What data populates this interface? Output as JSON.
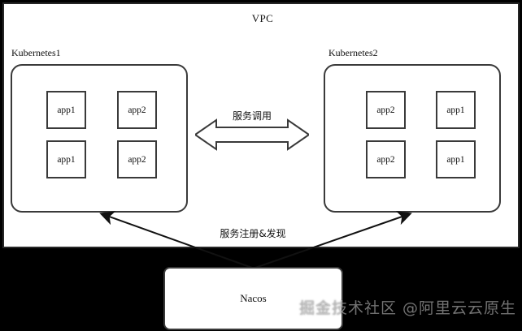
{
  "diagram": {
    "vpc": {
      "label": "VPC"
    },
    "clusters": [
      {
        "name": "Kubernetes1",
        "apps": [
          {
            "label": "app1"
          },
          {
            "label": "app2"
          },
          {
            "label": "app1"
          },
          {
            "label": "app2"
          }
        ]
      },
      {
        "name": "Kubernetes2",
        "apps": [
          {
            "label": "app2"
          },
          {
            "label": "app1"
          },
          {
            "label": "app2"
          },
          {
            "label": "app1"
          }
        ]
      }
    ],
    "connectors": {
      "service_call": {
        "label": "服务调用",
        "icon": "double-headed-arrow-icon"
      },
      "service_registry": {
        "label": "服务注册&发现",
        "icon": "arrow-up-icon"
      }
    },
    "registry": {
      "label": "Nacos"
    },
    "watermark": {
      "text": "掘金技术社区 @阿里云云原生"
    },
    "colors": {
      "canvas_background": "#000000",
      "panel_background": "#ffffff",
      "stroke": "#3a3a3a",
      "vpc_stroke": "#262626",
      "text": "#111111"
    }
  }
}
